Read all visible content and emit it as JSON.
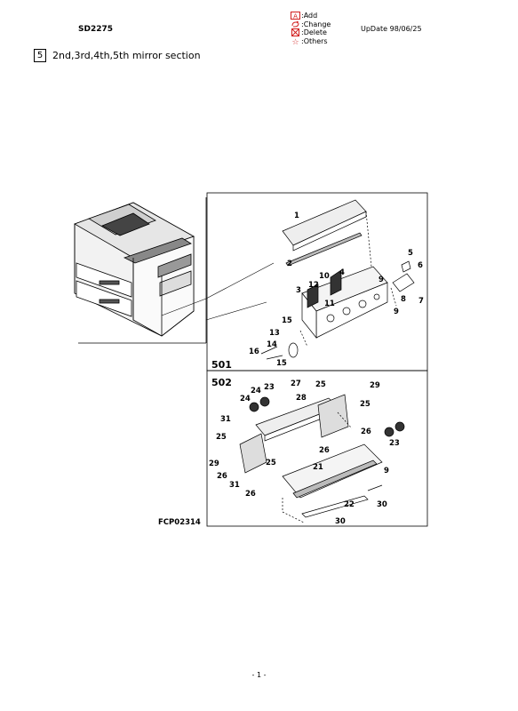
{
  "header": {
    "model": "SD2275",
    "update": "UpDate 98/06/25",
    "legend": [
      {
        "icon": "add-icon",
        "label": ":Add",
        "color": "#d22020"
      },
      {
        "icon": "change-icon",
        "label": ":Change",
        "color": "#d22020"
      },
      {
        "icon": "delete-icon",
        "label": ":Delete",
        "color": "#d22020"
      },
      {
        "icon": "others-icon",
        "label": ":Others",
        "color": "#d22020"
      }
    ]
  },
  "section": {
    "number": "5",
    "title": "2nd,3rd,4th,5th mirror section"
  },
  "figure": {
    "code": "FCP02314",
    "groups": [
      "501",
      "502"
    ],
    "callouts_501": [
      "1",
      "2",
      "3",
      "4",
      "5",
      "6",
      "7",
      "8",
      "9",
      "9",
      "10",
      "11",
      "12",
      "13",
      "14",
      "15",
      "15",
      "16"
    ],
    "callouts_502": [
      "21",
      "22",
      "23",
      "23",
      "24",
      "24",
      "25",
      "25",
      "25",
      "25",
      "26",
      "26",
      "26",
      "26",
      "27",
      "28",
      "29",
      "29",
      "30",
      "30",
      "31",
      "31",
      "9"
    ]
  },
  "footer": {
    "page": "- 1 -"
  }
}
